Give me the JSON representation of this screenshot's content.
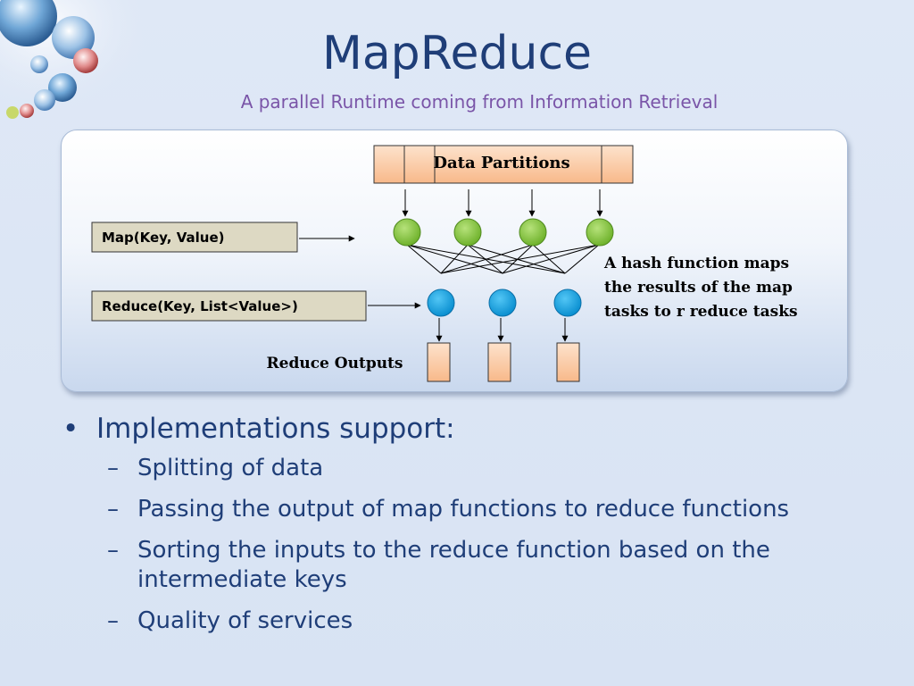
{
  "title": "MapReduce",
  "subtitle": "A parallel Runtime coming from Information Retrieval",
  "diagram": {
    "data_partitions_label": "Data Partitions",
    "map_label": "Map(Key, Value)",
    "reduce_label": "Reduce(Key, List<Value>)",
    "hash_note": [
      "A hash function maps",
      "the results of the map",
      "tasks to r  reduce tasks"
    ],
    "reduce_outputs_label": "Reduce Outputs",
    "map_node_count": 4,
    "reduce_node_count": 3,
    "colors": {
      "map_node": "#8cc63f",
      "reduce_node": "#10a7e8",
      "partition_fill": "#fcc9a3"
    }
  },
  "bullets": {
    "heading": "Implementations support:",
    "items": [
      "Splitting of data",
      "Passing the output of map functions to reduce functions",
      "Sorting the inputs to the reduce function based on the intermediate keys",
      "Quality of services"
    ]
  }
}
